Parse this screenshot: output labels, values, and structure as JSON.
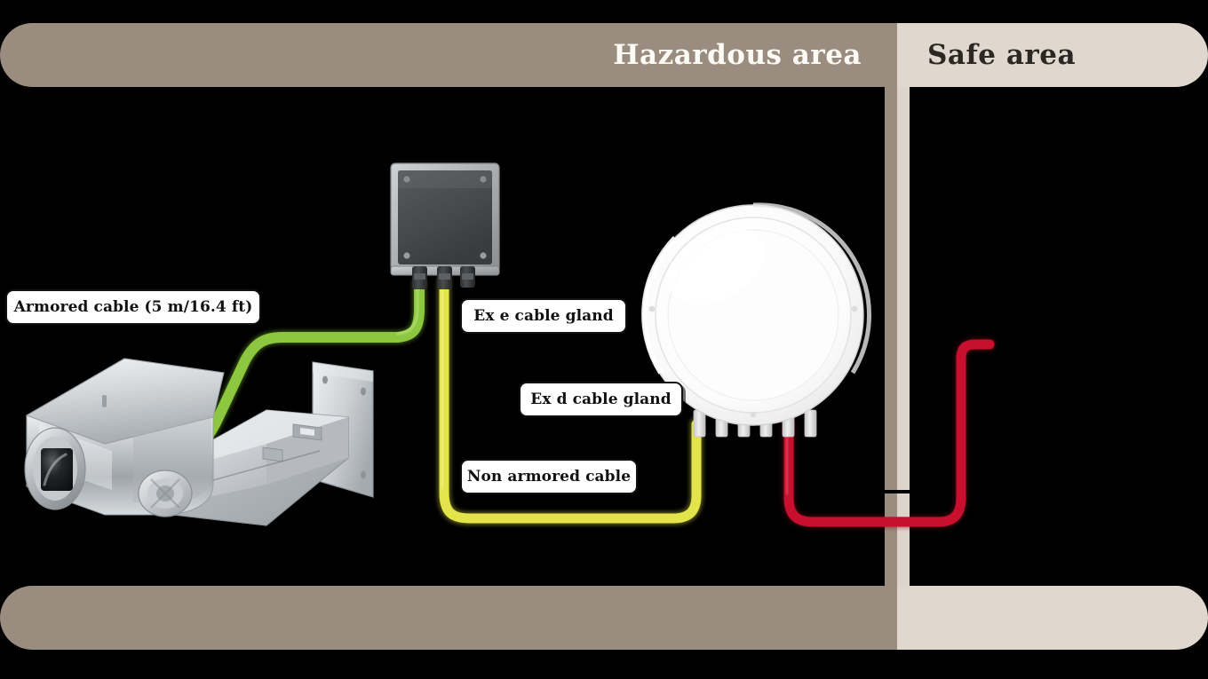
{
  "zones": {
    "hazardous": {
      "label": "Hazardous area",
      "bar_color": "#9a8c7e",
      "text_color": "#fdfbf6"
    },
    "safe": {
      "label": "Safe area",
      "bar_color": "#e0d8cf",
      "text_color": "#2b2722"
    }
  },
  "callouts": {
    "armored_cable": "Armored cable (5 m/16.4 ft)",
    "ex_e_gland": "Ex e cable gland",
    "ex_d_gland": "Ex d cable gland",
    "non_armored_cable": "Non armored cable"
  },
  "cables": {
    "armored": {
      "name": "armored-cable",
      "color": "#8dc63f"
    },
    "non_armored": {
      "name": "non-armored-cable",
      "color": "#e3e34a"
    },
    "safe_area": {
      "name": "safe-area-cable",
      "color": "#c8102e"
    }
  },
  "devices": {
    "camera": {
      "name": "explosion-proof-camera",
      "body_color": "#c9ccce"
    },
    "junction_box": {
      "name": "junction-box",
      "body_color": "#4a4a4a",
      "frame_color": "#b8b8b8",
      "gland_count": 3
    },
    "dome_enclosure": {
      "name": "dome-enclosure",
      "body_color": "#f7f7f7",
      "gland_count": 6
    }
  }
}
